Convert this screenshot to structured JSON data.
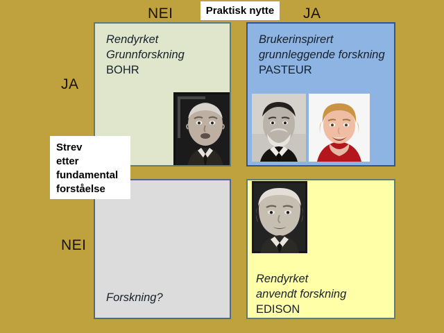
{
  "slide": {
    "background_color": "#bfa23e",
    "axis_labels": {
      "top_left": "NEI",
      "top_right": "JA",
      "left_top": "JA",
      "left_bottom": "NEI"
    },
    "callouts": {
      "top_axis_title": "Praktisk nytte",
      "left_axis_title_lines": [
        "Strev",
        "etter",
        "fundamental",
        "forståelse"
      ]
    }
  },
  "quadrants": [
    {
      "id": "bohr",
      "fill_color": "#dfe6cb",
      "border_color": "#5d7b77",
      "lines_italic": [
        "Rendyrket",
        "Grunnforskning"
      ],
      "line_plain": "BOHR",
      "portraits": [
        {
          "name": "bohr-portrait",
          "caption": "BOHR"
        }
      ]
    },
    {
      "id": "pasteur",
      "fill_color": "#8db4e2",
      "border_color": "#2f5597",
      "lines_italic": [
        "Brukerinspirert",
        "grunnleggende forskning"
      ],
      "line_plain": "PASTEUR",
      "portraits": [
        {
          "name": "pasteur-portrait",
          "caption": "PASTEUR"
        },
        {
          "name": "solberg-portrait",
          "caption": ""
        }
      ]
    },
    {
      "id": "forskning",
      "fill_color": "#dcdcdc",
      "border_color": "#51688c",
      "lines_italic": [
        "Forskning?"
      ],
      "line_plain": "",
      "portraits": []
    },
    {
      "id": "edison",
      "fill_color": "#feffa6",
      "border_color": "#5d7b77",
      "lines_italic": [
        "Rendyrket",
        "anvendt forskning"
      ],
      "line_plain": "EDISON",
      "portraits": [
        {
          "name": "edison-portrait",
          "caption": "EDISON"
        }
      ]
    }
  ]
}
